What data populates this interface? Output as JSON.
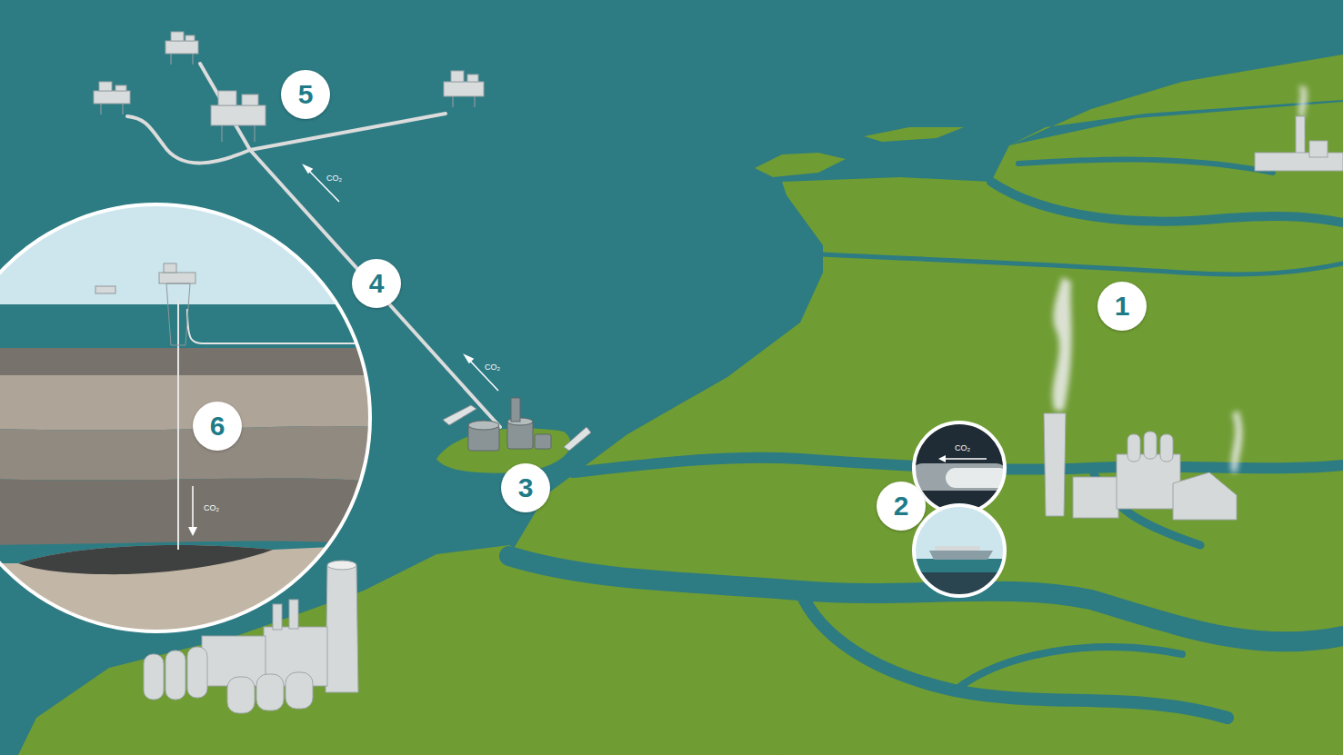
{
  "diagram": {
    "labels": [
      "5",
      "CO₂",
      "4",
      "CO₂",
      "1",
      "3",
      "2",
      "CO₂",
      "6",
      "CO₂"
    ]
  }
}
